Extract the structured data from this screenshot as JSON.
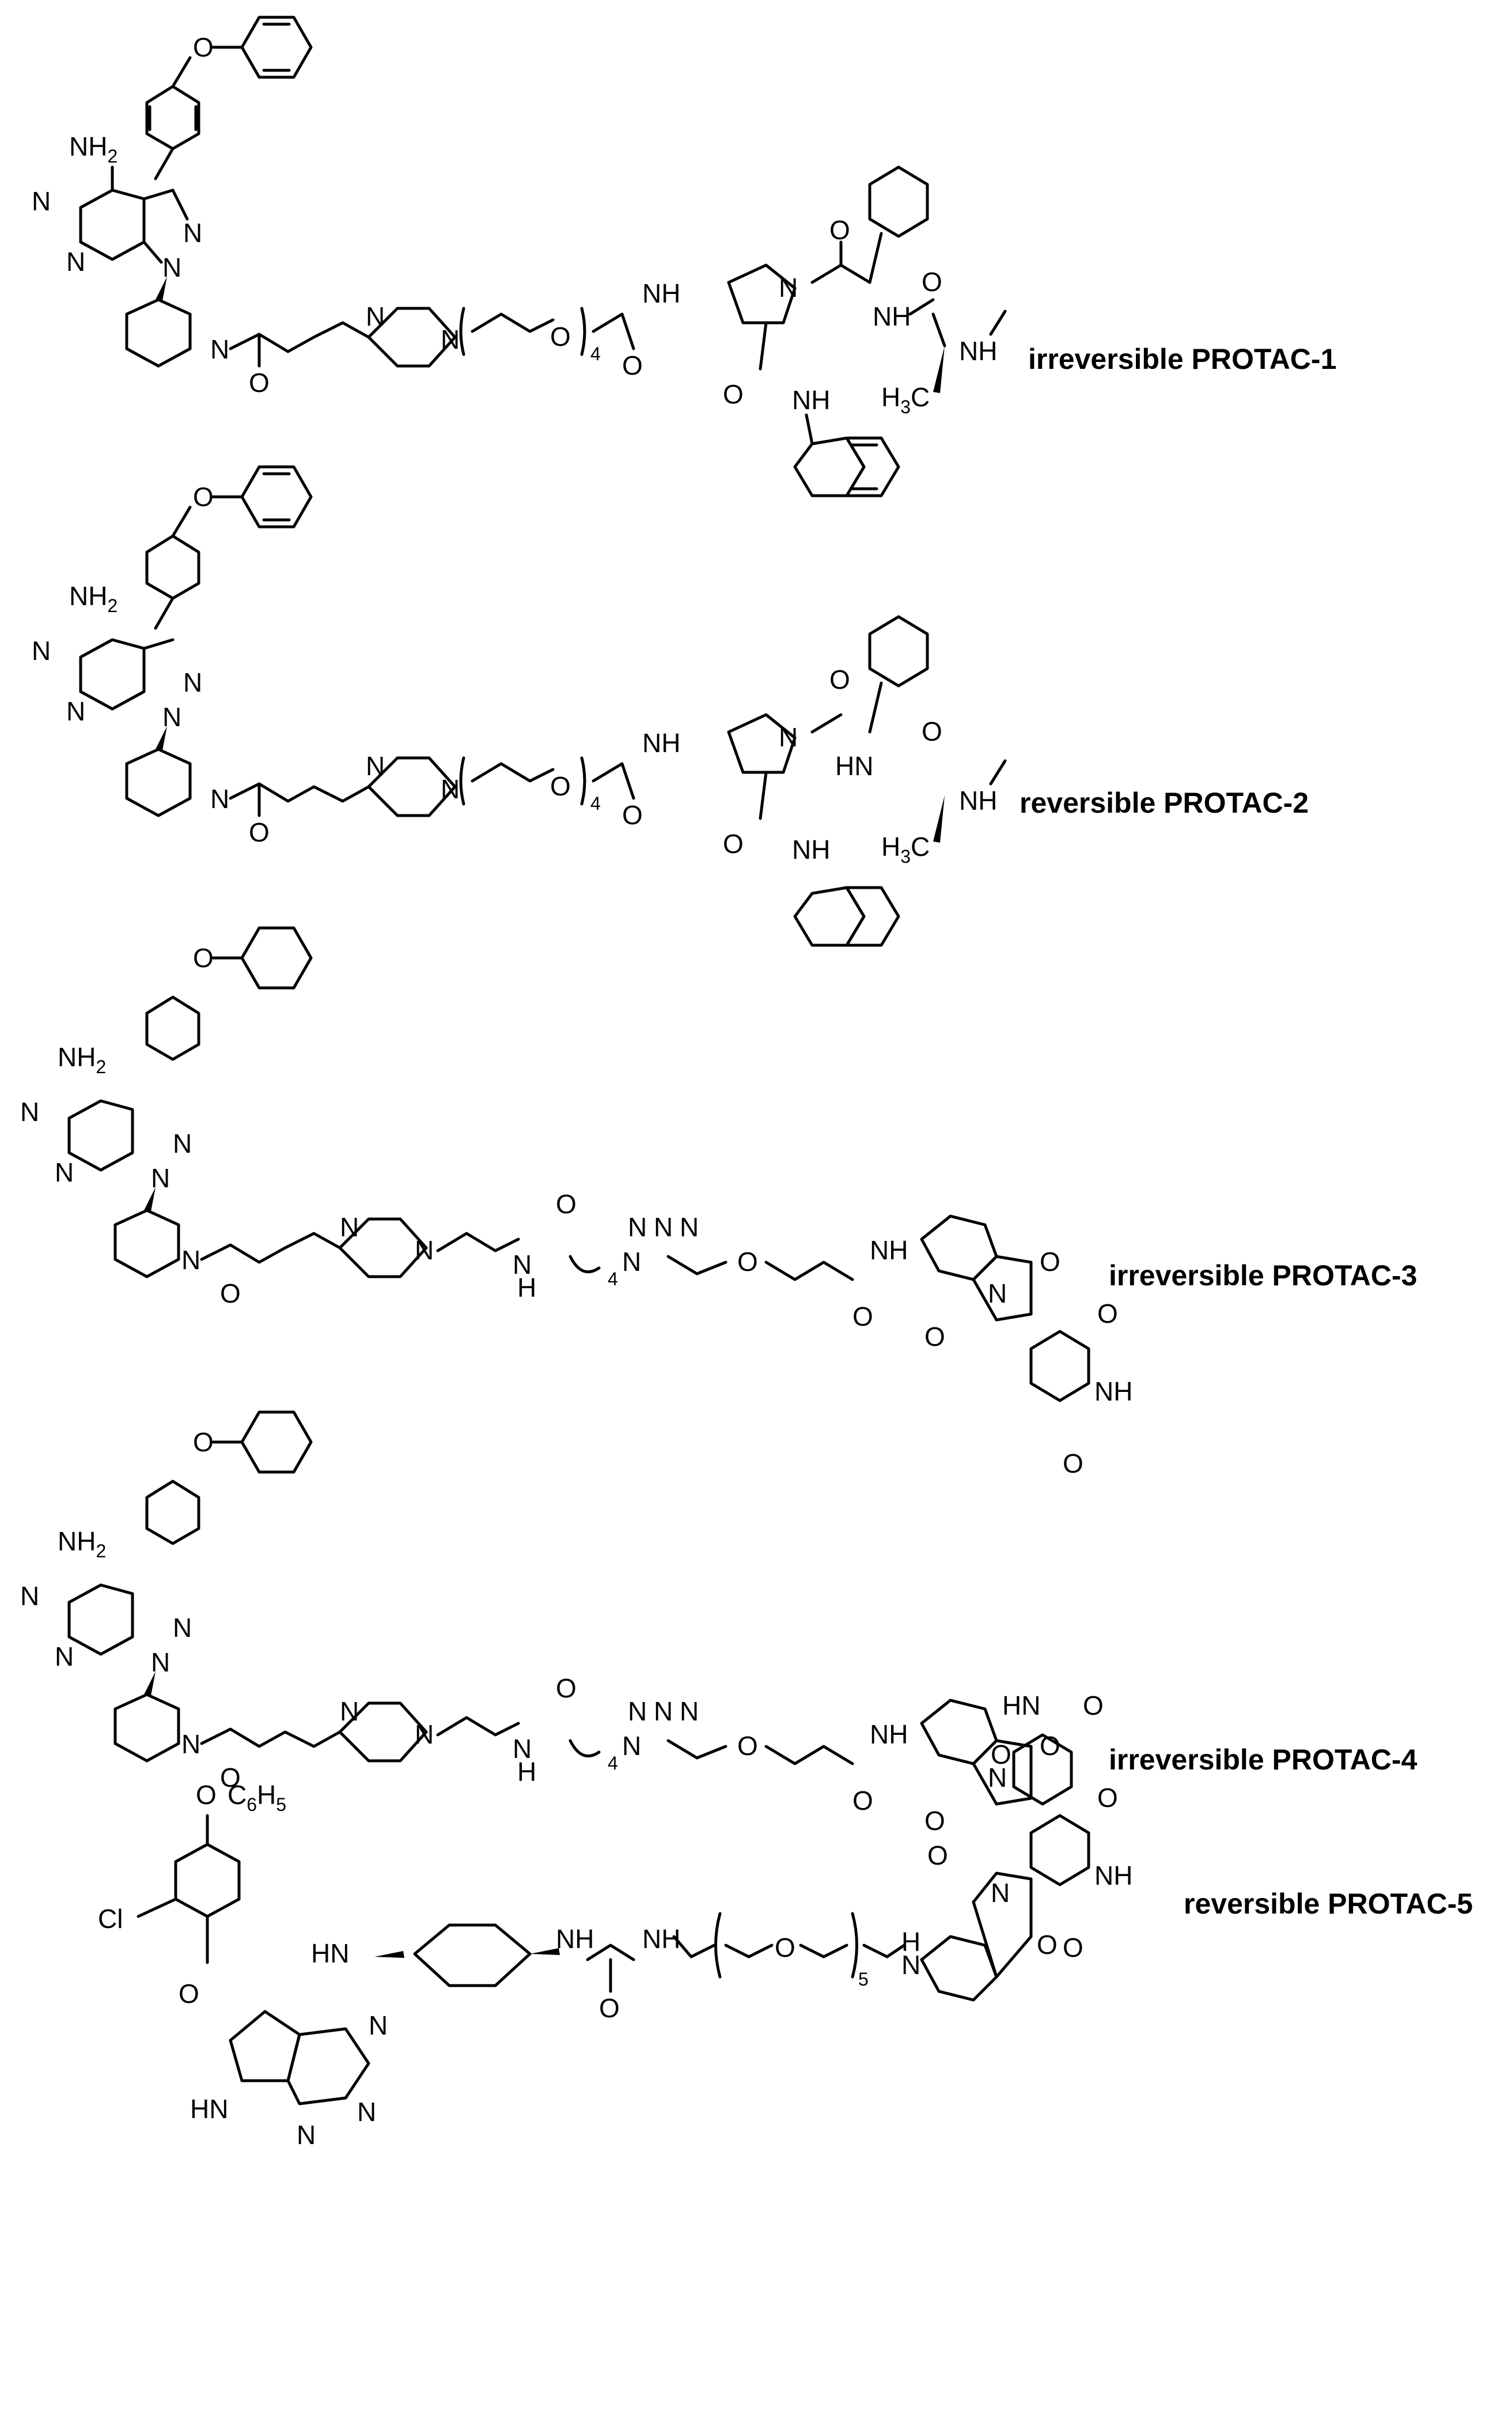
{
  "atoms": {
    "O": "O",
    "NH": "NH",
    "HN": "HN",
    "N": "N",
    "NH2": "NH",
    "NH2_sub": "2",
    "H3C": "H",
    "H3C_sub": "3",
    "H3C_tail": "C",
    "Cl": "Cl",
    "C6H5_c": "C",
    "C6H5_6": "6",
    "C6H5_h": "H",
    "C6H5_5": "5",
    "H": "H"
  },
  "repeat_units": {
    "peg_p1": "4",
    "peg_p2": "4",
    "alkyl_p3": "4",
    "alkyl_p4": "4",
    "peg_p5": "5"
  },
  "compounds": [
    {
      "label": "irreversible PROTAC-1"
    },
    {
      "label": "reversible PROTAC-2"
    },
    {
      "label": "irreversible PROTAC-3"
    },
    {
      "label": "irreversible PROTAC-4"
    },
    {
      "label": "reversible PROTAC-5"
    }
  ]
}
